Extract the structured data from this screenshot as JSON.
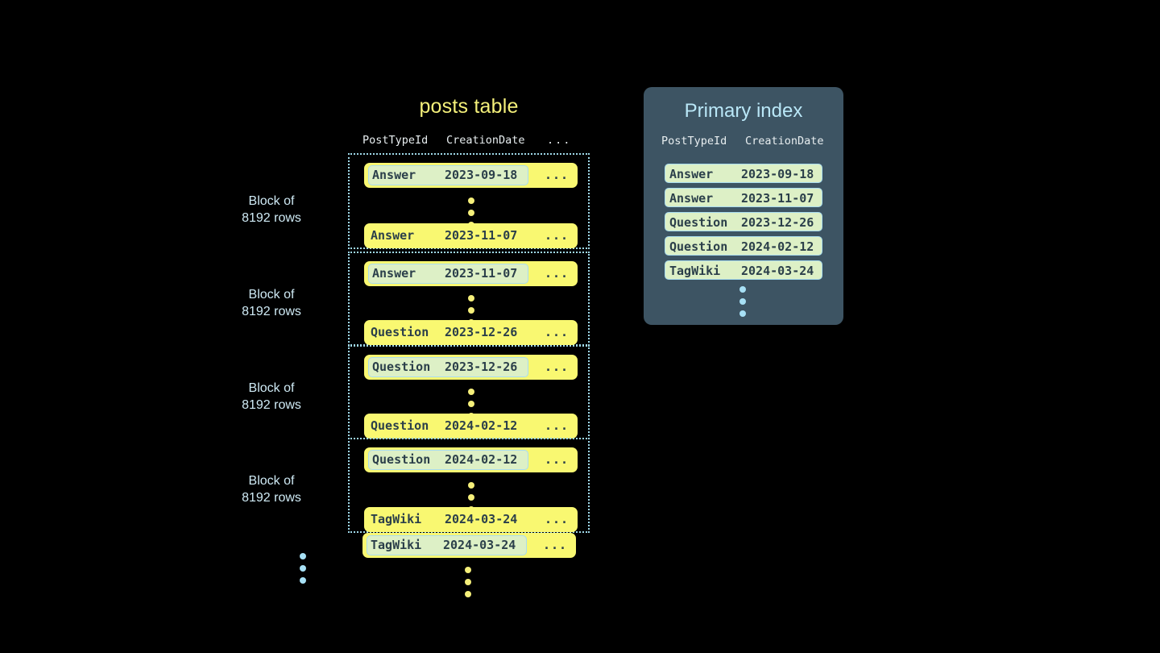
{
  "colors": {
    "background": "#000000",
    "row_fill": "#f9f871",
    "mark_fill": "#ddf0c6",
    "mark_border": "#a9dcef",
    "row_text": "#2b3f4a",
    "block_border": "#9fd8e8",
    "block_label_text": "#cfeaf5",
    "table_title": "#f4f07a",
    "index_panel": "#3d5463",
    "index_title": "#b9e7f7",
    "header_text": "#e8eef0",
    "dots_yellow": "#f5ef7a",
    "dots_blue": "#a7e0f5"
  },
  "posts_table": {
    "title": "posts table",
    "headers": {
      "post_type_id": "PostTypeId",
      "creation_date": "CreationDate",
      "more": "..."
    },
    "row_more": "...",
    "block_label": "Block of\n8192 rows",
    "blocks": [
      {
        "label": "Block of\n8192 rows",
        "first_row": {
          "post_type_id": "Answer",
          "creation_date": "2023-09-18",
          "more": "...",
          "marked": true
        },
        "last_row": {
          "post_type_id": "Answer",
          "creation_date": "2023-11-07",
          "more": "...",
          "marked": false
        }
      },
      {
        "label": "Block of\n8192 rows",
        "first_row": {
          "post_type_id": "Answer",
          "creation_date": "2023-11-07",
          "more": "...",
          "marked": true
        },
        "last_row": {
          "post_type_id": "Question",
          "creation_date": "2023-12-26",
          "more": "...",
          "marked": false
        }
      },
      {
        "label": "Block of\n8192 rows",
        "first_row": {
          "post_type_id": "Question",
          "creation_date": "2023-12-26",
          "more": "...",
          "marked": true
        },
        "last_row": {
          "post_type_id": "Question",
          "creation_date": "2024-02-12",
          "more": "...",
          "marked": false
        }
      },
      {
        "label": "Block of\n8192 rows",
        "first_row": {
          "post_type_id": "Question",
          "creation_date": "2024-02-12",
          "more": "...",
          "marked": true
        },
        "last_row": {
          "post_type_id": "TagWiki",
          "creation_date": "2024-03-24",
          "more": "...",
          "marked": false
        }
      }
    ],
    "trailing_row": {
      "post_type_id": "TagWiki",
      "creation_date": "2024-03-24",
      "more": "...",
      "marked": true
    }
  },
  "primary_index": {
    "title": "Primary index",
    "headers": {
      "post_type_id": "PostTypeId",
      "creation_date": "CreationDate"
    },
    "rows": [
      {
        "post_type_id": "Answer",
        "creation_date": "2023-09-18"
      },
      {
        "post_type_id": "Answer",
        "creation_date": "2023-11-07"
      },
      {
        "post_type_id": "Question",
        "creation_date": "2023-12-26"
      },
      {
        "post_type_id": "Question",
        "creation_date": "2024-02-12"
      },
      {
        "post_type_id": "TagWiki",
        "creation_date": "2024-03-24"
      }
    ]
  }
}
